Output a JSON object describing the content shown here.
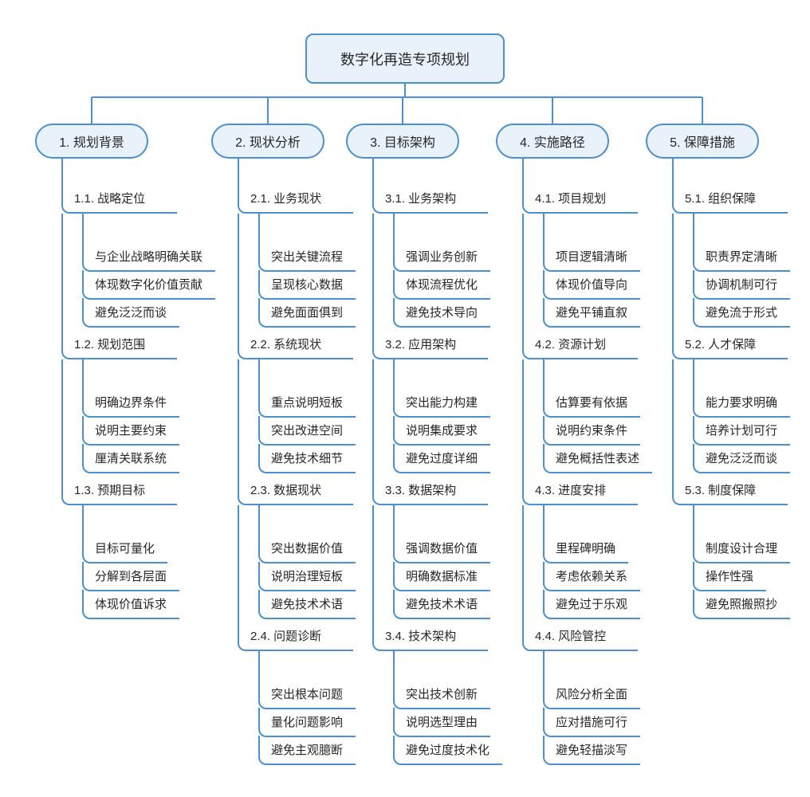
{
  "root_label": "数字化再造专项规划",
  "colors": {
    "line": "#4a90d2",
    "node_fill": "#e9f2fb",
    "text": "#262626",
    "background": "#ffffff"
  },
  "branches": [
    {
      "label": "1. 规划背景",
      "subs": [
        {
          "label": "1.1. 战略定位",
          "items": [
            "与企业战略明确关联",
            "体现数字化价值贡献",
            "避免泛泛而谈"
          ]
        },
        {
          "label": "1.2. 规划范围",
          "items": [
            "明确边界条件",
            "说明主要约束",
            "厘清关联系统"
          ]
        },
        {
          "label": "1.3. 预期目标",
          "items": [
            "目标可量化",
            "分解到各层面",
            "体现价值诉求"
          ]
        }
      ]
    },
    {
      "label": "2. 现状分析",
      "subs": [
        {
          "label": "2.1. 业务现状",
          "items": [
            "突出关键流程",
            "呈现核心数据",
            "避免面面俱到"
          ]
        },
        {
          "label": "2.2. 系统现状",
          "items": [
            "重点说明短板",
            "突出改进空间",
            "避免技术细节"
          ]
        },
        {
          "label": "2.3. 数据现状",
          "items": [
            "突出数据价值",
            "说明治理短板",
            "避免技术术语"
          ]
        },
        {
          "label": "2.4. 问题诊断",
          "items": [
            "突出根本问题",
            "量化问题影响",
            "避免主观臆断"
          ]
        }
      ]
    },
    {
      "label": "3. 目标架构",
      "subs": [
        {
          "label": "3.1. 业务架构",
          "items": [
            "强调业务创新",
            "体现流程优化",
            "避免技术导向"
          ]
        },
        {
          "label": "3.2. 应用架构",
          "items": [
            "突出能力构建",
            "说明集成要求",
            "避免过度详细"
          ]
        },
        {
          "label": "3.3. 数据架构",
          "items": [
            "强调数据价值",
            "明确数据标准",
            "避免技术术语"
          ]
        },
        {
          "label": "3.4. 技术架构",
          "items": [
            "突出技术创新",
            "说明选型理由",
            "避免过度技术化"
          ]
        }
      ]
    },
    {
      "label": "4. 实施路径",
      "subs": [
        {
          "label": "4.1. 项目规划",
          "items": [
            "项目逻辑清晰",
            "体现价值导向",
            "避免平铺直叙"
          ]
        },
        {
          "label": "4.2. 资源计划",
          "items": [
            "估算要有依据",
            "说明约束条件",
            "避免概括性表述"
          ]
        },
        {
          "label": "4.3. 进度安排",
          "items": [
            "里程碑明确",
            "考虑依赖关系",
            "避免过于乐观"
          ]
        },
        {
          "label": "4.4. 风险管控",
          "items": [
            "风险分析全面",
            "应对措施可行",
            "避免轻描淡写"
          ]
        }
      ]
    },
    {
      "label": "5. 保障措施",
      "subs": [
        {
          "label": "5.1. 组织保障",
          "items": [
            "职责界定清晰",
            "协调机制可行",
            "避免流于形式"
          ]
        },
        {
          "label": "5.2. 人才保障",
          "items": [
            "能力要求明确",
            "培养计划可行",
            "避免泛泛而谈"
          ]
        },
        {
          "label": "5.3. 制度保障",
          "items": [
            "制度设计合理",
            "操作性强",
            "避免照搬照抄"
          ]
        }
      ]
    }
  ]
}
